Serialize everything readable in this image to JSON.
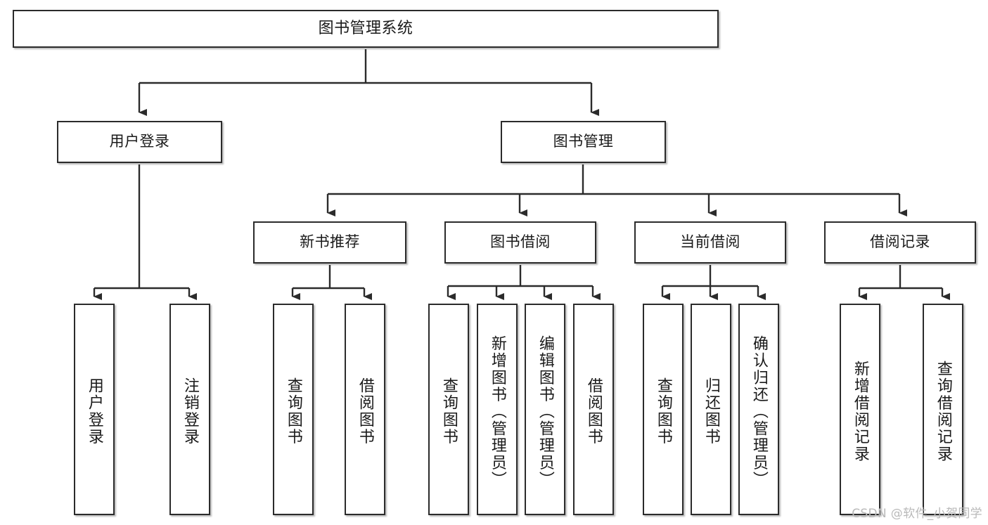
{
  "diagram": {
    "type": "tree",
    "title": "图书管理系统",
    "orientation": "top-down",
    "edge_style": "orthogonal-arrow",
    "colors": {
      "node_border": "#2b2b2b",
      "node_fill": "#ffffff",
      "edge": "#2b2b2b",
      "text": "#1a1a1a",
      "watermark": "#b9b9b9",
      "background": "#ffffff"
    },
    "nodes": {
      "root": {
        "label": "图书管理系统"
      },
      "level1": [
        {
          "id": "user-login",
          "label": "用户登录"
        },
        {
          "id": "book-manage",
          "label": "图书管理"
        }
      ],
      "level2": [
        {
          "id": "new-book-recommend",
          "label": "新书推荐"
        },
        {
          "id": "book-borrow",
          "label": "图书借阅"
        },
        {
          "id": "current-borrow",
          "label": "当前借阅"
        },
        {
          "id": "borrow-record",
          "label": "借阅记录"
        }
      ],
      "leaves": [
        {
          "id": "leaf-user-login",
          "parent": "user-login",
          "label": "用户登录"
        },
        {
          "id": "leaf-logout",
          "parent": "user-login",
          "label": "注销登录"
        },
        {
          "id": "leaf-query-book-1",
          "parent": "new-book-recommend",
          "label": "查询图书"
        },
        {
          "id": "leaf-borrow-book-1",
          "parent": "new-book-recommend",
          "label": "借阅图书"
        },
        {
          "id": "leaf-query-book-2",
          "parent": "book-borrow",
          "label": "查询图书"
        },
        {
          "id": "leaf-add-book",
          "parent": "book-borrow",
          "label": "新增图书（管理员）"
        },
        {
          "id": "leaf-edit-book",
          "parent": "book-borrow",
          "label": "编辑图书（管理员）"
        },
        {
          "id": "leaf-borrow-book-2",
          "parent": "book-borrow",
          "label": "借阅图书"
        },
        {
          "id": "leaf-query-book-3",
          "parent": "current-borrow",
          "label": "查询图书"
        },
        {
          "id": "leaf-return-book",
          "parent": "current-borrow",
          "label": "归还图书"
        },
        {
          "id": "leaf-confirm-return",
          "parent": "current-borrow",
          "label": "确认归还（管理员）"
        },
        {
          "id": "leaf-add-record",
          "parent": "borrow-record",
          "label": "新增借阅记录"
        },
        {
          "id": "leaf-query-record",
          "parent": "borrow-record",
          "label": "查询借阅记录"
        }
      ]
    }
  },
  "watermark": {
    "text": "CSDN @软件_小贺同学"
  }
}
